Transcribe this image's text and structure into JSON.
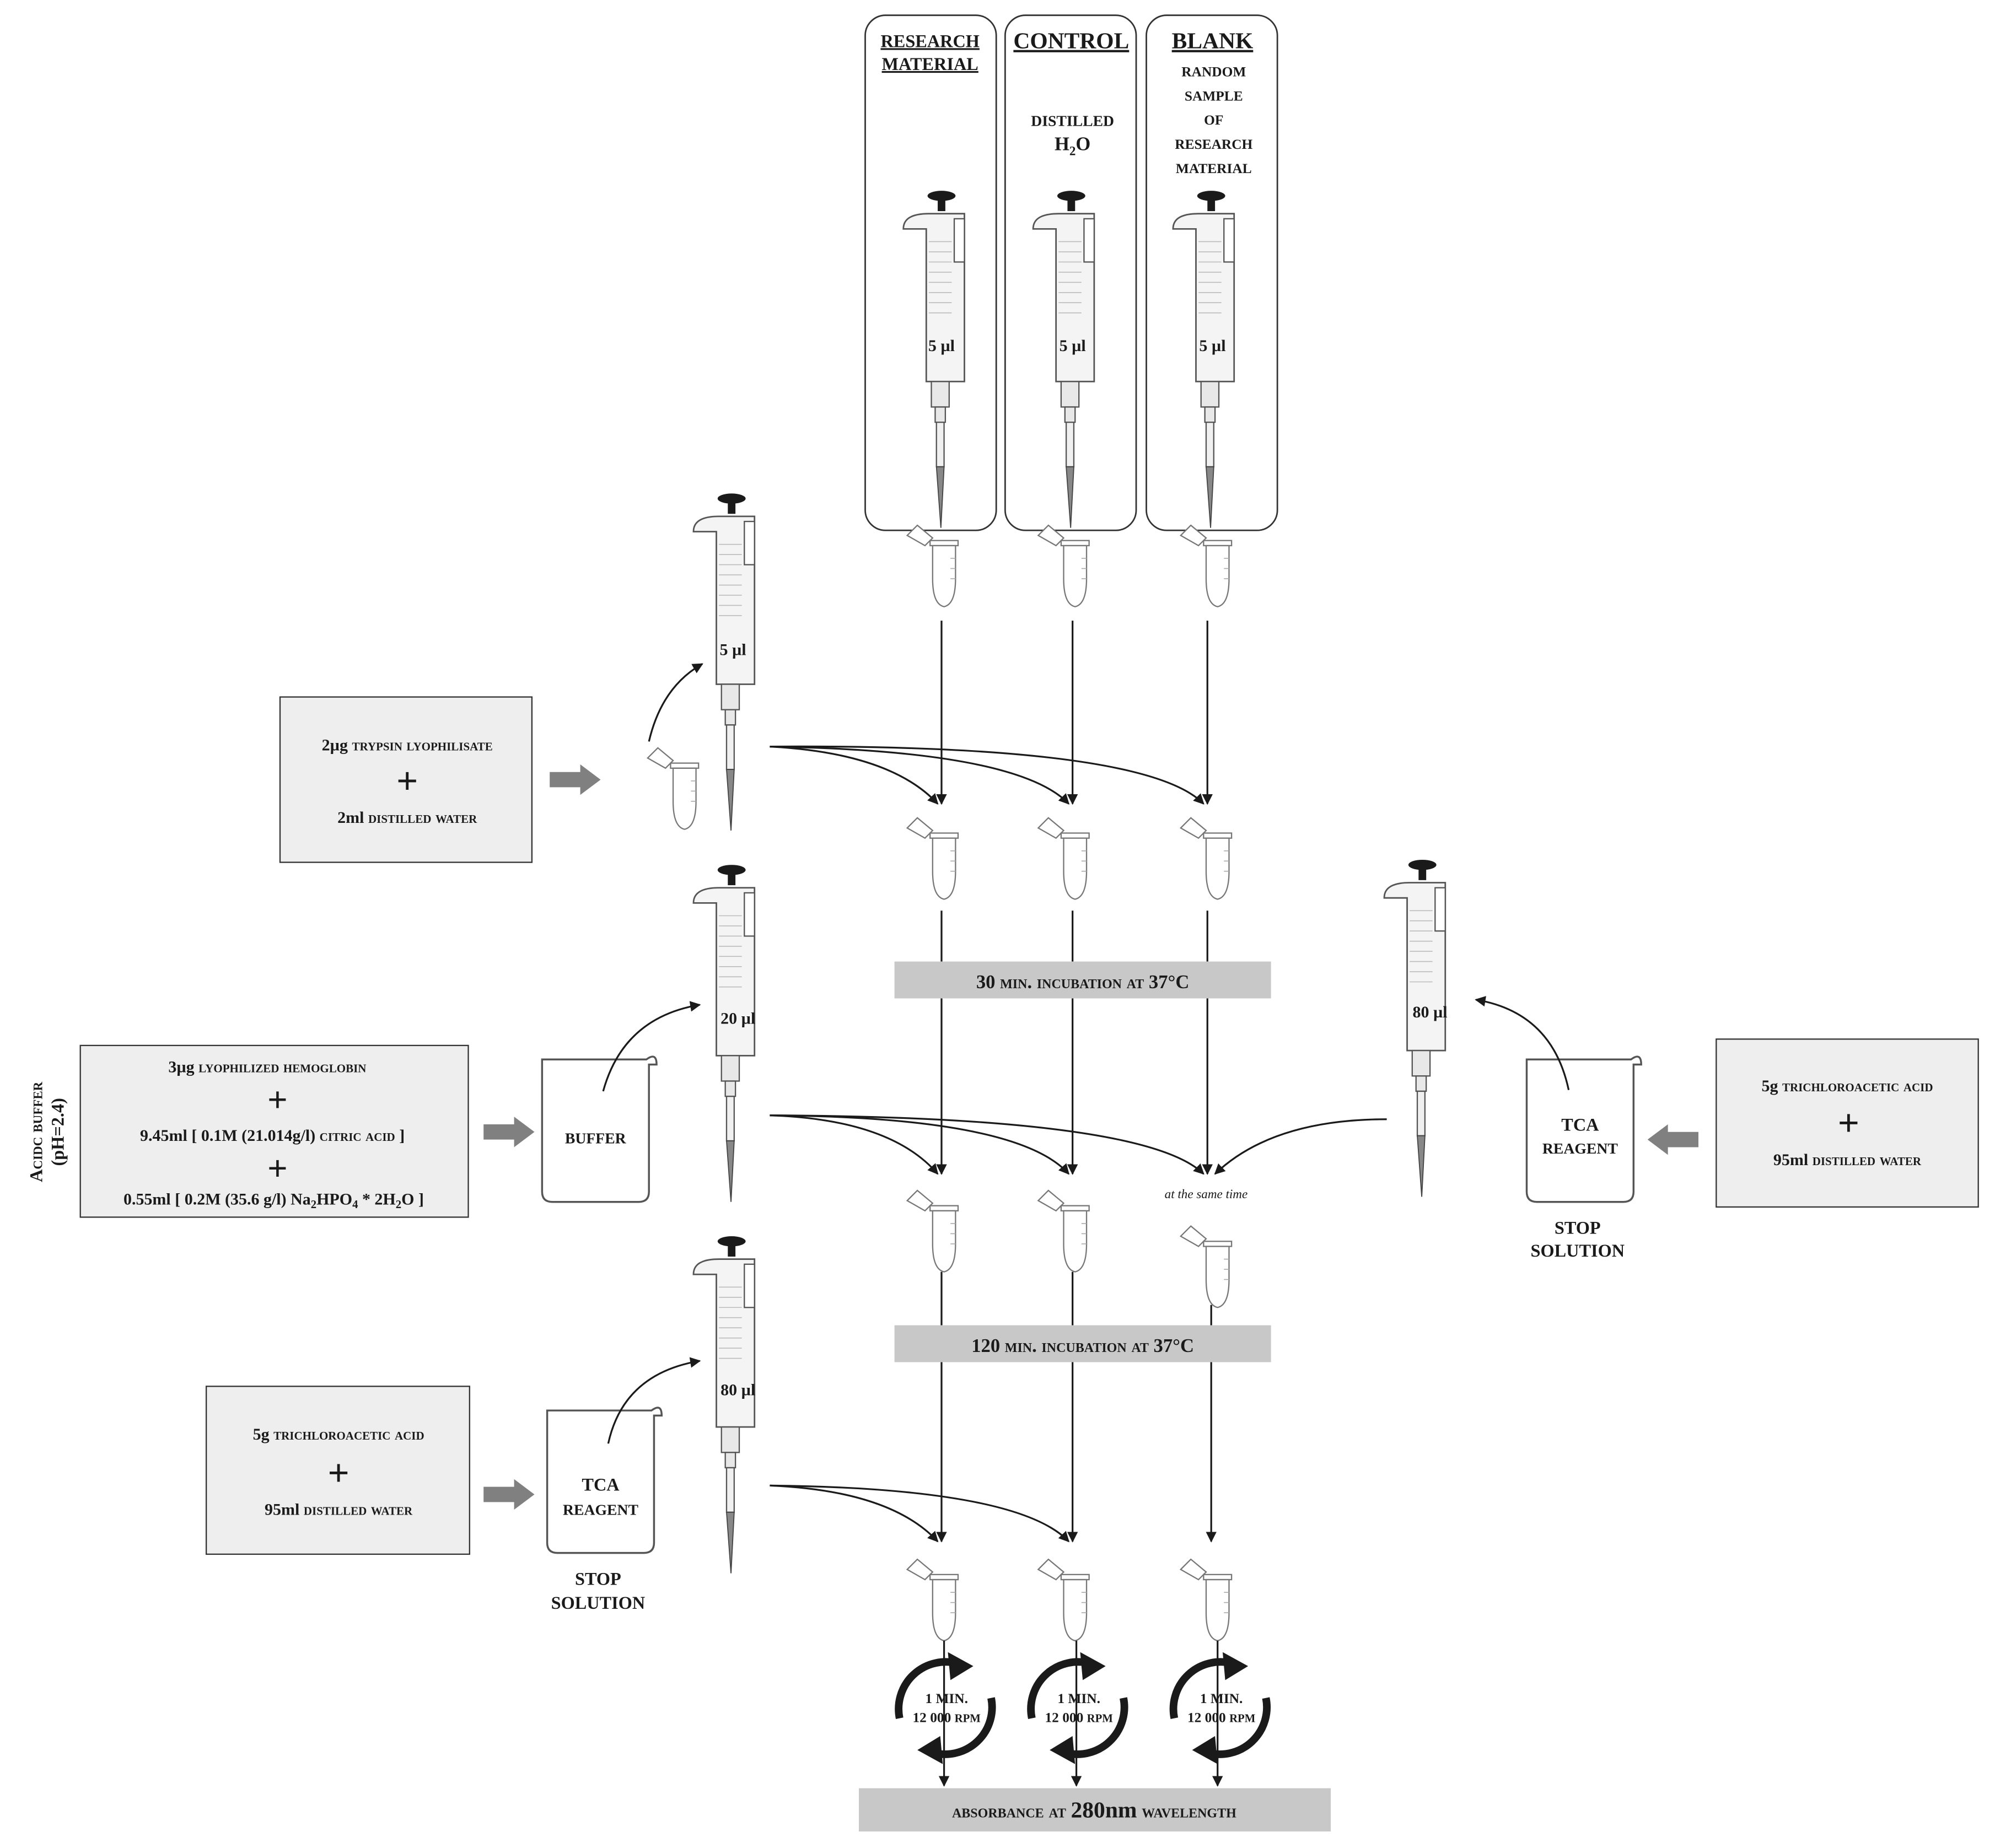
{
  "columns": {
    "research": {
      "title_line1": "RESEARCH",
      "title_line2": "MATERIAL",
      "volume": "5 µl"
    },
    "control": {
      "title": "CONTROL",
      "desc_line1": "DISTILLED",
      "desc_h2o_main": "H",
      "desc_h2o_sub": "2",
      "desc_h2o_end": "O",
      "volume": "5 µl"
    },
    "blank": {
      "title": "BLANK",
      "desc_lines": [
        "RANDOM",
        "SAMPLE",
        "OF",
        "RESEARCH",
        "MATERIAL"
      ],
      "volume": "5 µl"
    }
  },
  "trypsin": {
    "line1_amount": "2µg",
    "line1_text": "trypsin lyophilisate",
    "plus": "+",
    "line2_amount": "2ml",
    "line2_text": "distilled water",
    "pipette_volume": "5 µl"
  },
  "acidic_buffer": {
    "side_label_line1": "Acidc buffer",
    "side_label_line2": "(pH=2.4)",
    "line1_amount": "3µg",
    "line1_text": "lyophilized hemoglobin",
    "plus": "+",
    "line2_amount": "9.45ml",
    "line2_conc": "[ 0.1M (21.014g/l)",
    "line2_text": "citric acid",
    "line2_close": "]",
    "line3_amount": "0.55ml",
    "line3_conc": "[ 0.2M (35.6 g/l) Na",
    "line3_sub1": "2",
    "line3_mid": "HPO",
    "line3_sub2": "4",
    "line3_mid2": " * 2H",
    "line3_sub3": "2",
    "line3_end": "O ]",
    "beaker_label": "BUFFER",
    "pipette_volume": "20 µl"
  },
  "tca_right": {
    "line1_amount": "5g",
    "line1_text": "trichloroacetic acid",
    "plus": "+",
    "line2_amount": "95ml",
    "line2_text": "distilled water",
    "beaker_label_1": "TCA",
    "beaker_label_2": "REAGENT",
    "caption_1": "STOP",
    "caption_2": "SOLUTION",
    "pipette_volume": "80 µl"
  },
  "tca_left": {
    "line1_amount": "5g",
    "line1_text": "trichloroacetic acid",
    "plus": "+",
    "line2_amount": "95ml",
    "line2_text": "distilled water",
    "beaker_label_1": "TCA",
    "beaker_label_2": "REAGENT",
    "caption_1": "STOP",
    "caption_2": "SOLUTION",
    "pipette_volume": "80 µl"
  },
  "same_time_note": "at the same time",
  "incubation_30": {
    "prefix": "30",
    "text": "min. incubation at",
    "temp": "37°C"
  },
  "incubation_120": {
    "prefix": "120",
    "text": "min. incubation at",
    "temp": "37°C"
  },
  "centrifuge": {
    "line1": "1 MIN.",
    "line2_num": "12 000",
    "line2_unit": "RPM"
  },
  "absorbance": {
    "prefix": "absorbance at",
    "value": "280nm",
    "suffix": "wavelength"
  },
  "colors": {
    "box_fill": "#eeeeee",
    "bar_fill": "#c8c8c8",
    "arrow_fill": "#808080",
    "ink": "#1a1a1a"
  }
}
